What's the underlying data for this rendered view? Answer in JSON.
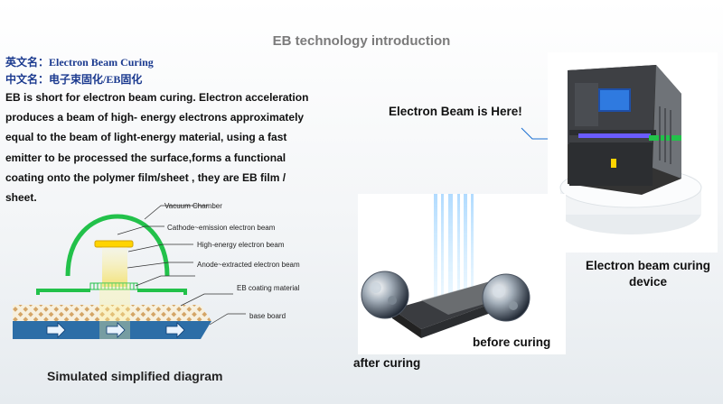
{
  "title": "EB technology introduction",
  "english_name": "英文名：Electron Beam Curing",
  "chinese_name": "中文名：电子束固化/EB固化",
  "description": "EB is short for electron beam curing. Electron acceleration produces a beam of high- energy electrons approximately equal to the beam of light-energy material, using a fast emitter to be processed the surface,forms a functional coating onto the polymer  film/sheet , they are EB film / sheet.",
  "diagram": {
    "labels": {
      "vacuum": "Vacuum Chamber",
      "cathode": "Cathode~emission electron beam",
      "high_energy": "High-energy electron beam",
      "anode": "Anode~extracted electron beam",
      "coating": "EB coating material",
      "base": "base board"
    },
    "caption": "Simulated simplified diagram"
  },
  "device": {
    "callout": "Electron Beam is Here!",
    "caption_line1": "Electron beam curing",
    "caption_line2": "device"
  },
  "curing": {
    "before": "before curing",
    "after": "after curing"
  },
  "colors": {
    "green": "#22c14a",
    "navy": "#1b3a8f",
    "title_gray": "#7b7b7b",
    "beam_blue": "#4aa3ff"
  }
}
